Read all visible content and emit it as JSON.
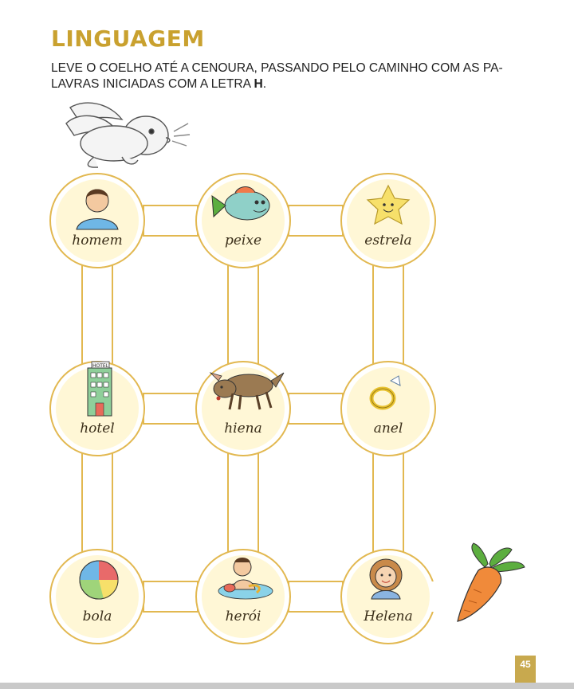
{
  "page": {
    "title": "LINGUAGEM",
    "instruction_part1": "LEVE O COELHO ATÉ A CENOURA, PASSANDO PELO CAMINHO COM AS PA-",
    "instruction_part2": "LAVRAS INICIADAS COM A LETRA ",
    "instruction_letter": "H",
    "instruction_end": ".",
    "page_number": "45"
  },
  "colors": {
    "title": "#c9a12f",
    "path_fill": "#ffffff",
    "path_stroke": "#e2b850",
    "circle_inner": "#fff7d6",
    "carrot": "#f08a3a",
    "carrot_leaves": "#5cae3f"
  },
  "grid": [
    [
      {
        "word": "homem",
        "icon": "man-icon"
      },
      {
        "word": "peixe",
        "icon": "fish-icon"
      },
      {
        "word": "estrela",
        "icon": "star-icon"
      }
    ],
    [
      {
        "word": "hotel",
        "icon": "hotel-icon"
      },
      {
        "word": "hiena",
        "icon": "hyena-icon"
      },
      {
        "word": "anel",
        "icon": "ring-icon"
      }
    ],
    [
      {
        "word": "bola",
        "icon": "ball-icon"
      },
      {
        "word": "herói",
        "icon": "hero-icon"
      },
      {
        "word": "Helena",
        "icon": "girl-icon"
      }
    ]
  ],
  "hotel_sign": "HOTEL",
  "decorations": {
    "start": "rabbit-icon",
    "goal": "carrot-icon"
  }
}
